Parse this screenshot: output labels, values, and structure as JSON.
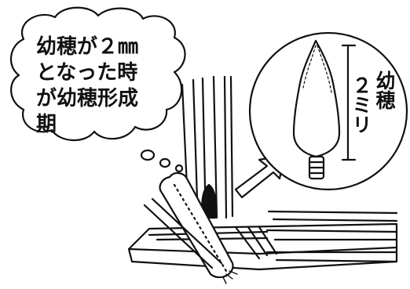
{
  "speech_bubble": {
    "lines": [
      "幼穂が２㎜",
      "となった時",
      "が幼穂形成",
      "期"
    ]
  },
  "magnified_view": {
    "label_right": "幼穂",
    "label_left": "２ミリ"
  }
}
